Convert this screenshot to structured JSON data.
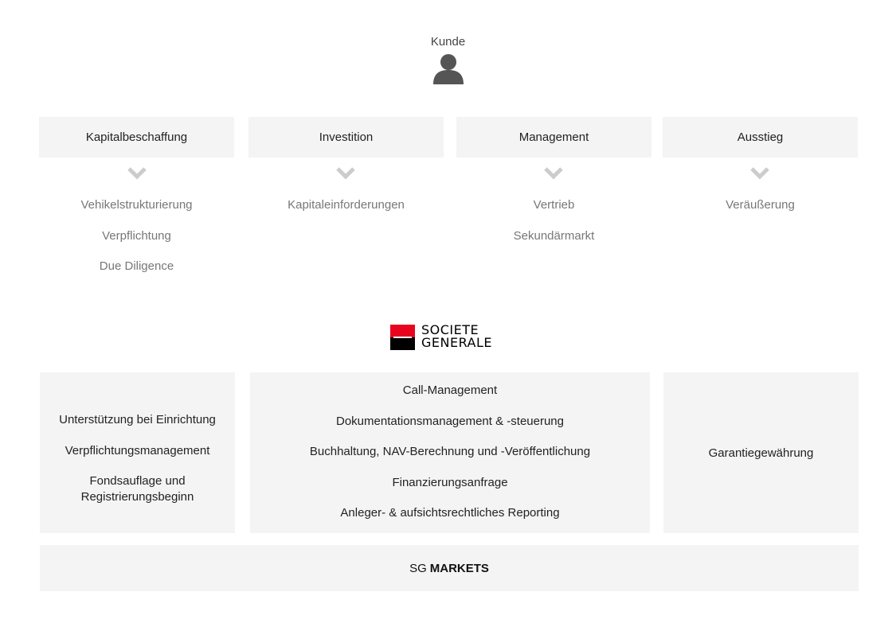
{
  "customer": {
    "label": "Kunde",
    "icon": "person-icon"
  },
  "phases": [
    {
      "title": "Kapitalbeschaffung",
      "items": [
        "Vehikelstrukturierung",
        "Verpflichtung",
        "Due Diligence"
      ]
    },
    {
      "title": "Investition",
      "items": [
        "Kapitaleinforderungen"
      ]
    },
    {
      "title": "Management",
      "items": [
        "Vertrieb",
        "Sekundärmarkt"
      ]
    },
    {
      "title": "Ausstieg",
      "items": [
        "Veräußerung"
      ]
    }
  ],
  "logo": {
    "line1": "SOCIETE",
    "line2": "GENERALE",
    "colors": {
      "red": "#e9041e",
      "black": "#000000"
    }
  },
  "services": {
    "left": [
      "Unterstützung bei Einrichtung",
      "Verpflichtungsmanagement",
      "Fondsauflage und\nRegistrierungsbeginn"
    ],
    "center": [
      "Call-Management",
      "Dokumentationsmanagement & -steuerung",
      "Buchhaltung, NAV-Berechnung und -Veröffentlichung",
      "Finanzierungsanfrage",
      "Anleger- & aufsichtsrechtliches Reporting"
    ],
    "right": [
      "Garantiegewährung"
    ]
  },
  "platform": {
    "prefix": "SG",
    "name": "MARKETS"
  },
  "colors": {
    "box_background": "#f4f4f4",
    "chevron": "#cccccc",
    "icon": "#555555",
    "muted_text": "#777777"
  }
}
